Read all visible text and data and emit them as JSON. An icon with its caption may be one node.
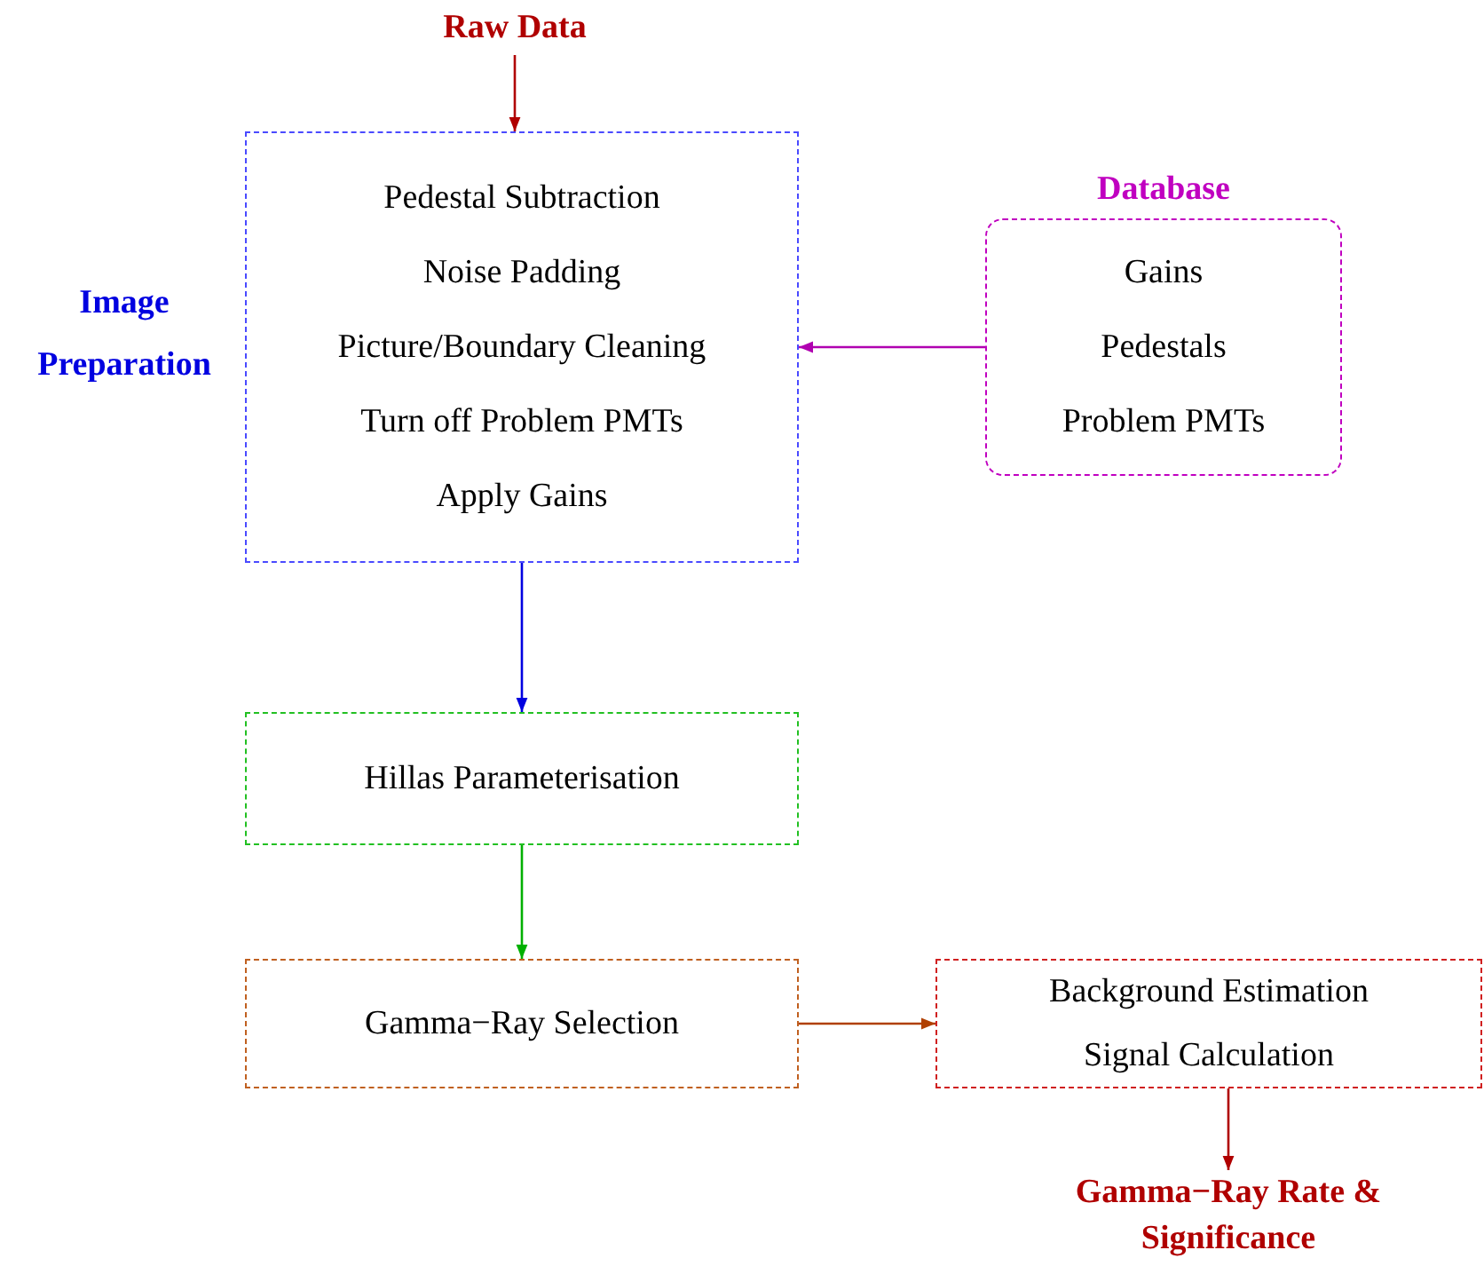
{
  "diagram": {
    "nodes": [
      {
        "text": [
          "Raw Data"
        ]
      },
      {
        "text": [
          "Pedestal Subtraction",
          "Noise Padding",
          "Picture/Boundary Cleaning",
          "Turn off Problem PMTs",
          "Apply Gains"
        ],
        "beside": [
          "Image Preparation"
        ]
      },
      {
        "text": [
          "Database",
          "Gains",
          "Pedestals",
          "Problem PMTs"
        ]
      },
      {
        "text": [
          "Hillas Parameterisation"
        ]
      },
      {
        "text": [
          "Gamma−Ray Selection"
        ]
      },
      {
        "text": [
          "Background Estimation",
          "Signal Calculation"
        ]
      },
      {
        "text": [
          "Gamma−Ray Rate & Significance"
        ]
      }
    ],
    "edges": [
      {
        "from": 0,
        "to": 1,
        "arrow": "to",
        "color": "#b00000"
      },
      {
        "from": 2,
        "to": 1,
        "arrow": "to",
        "color": "#b000b0"
      },
      {
        "from": 1,
        "to": 3,
        "arrow": "to",
        "color": "#0000e0"
      },
      {
        "from": 3,
        "to": 4,
        "arrow": "to",
        "color": "#00b000"
      },
      {
        "from": 4,
        "to": 5,
        "arrow": "to",
        "color": "#b04000"
      },
      {
        "from": 5,
        "to": 6,
        "arrow": "to",
        "color": "#b00000"
      }
    ]
  }
}
